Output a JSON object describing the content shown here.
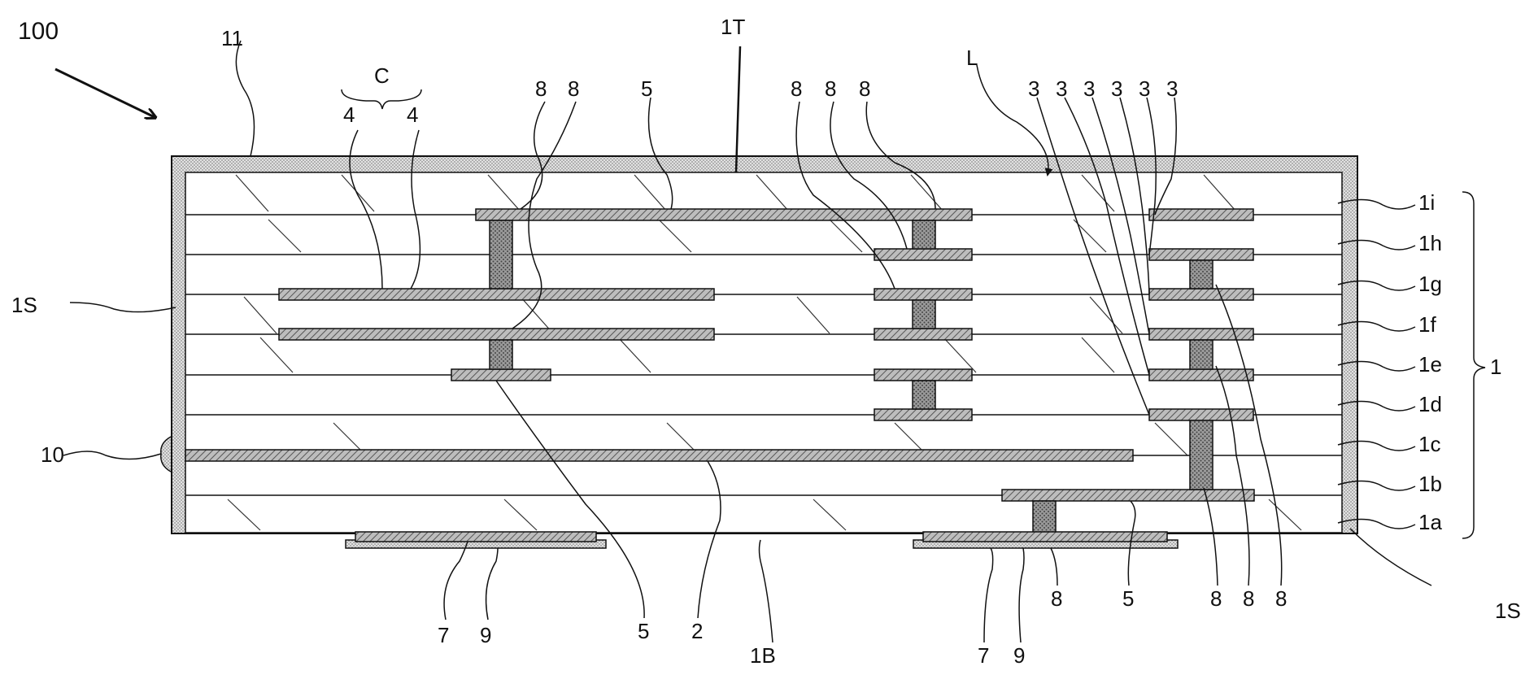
{
  "figure": {
    "labels": {
      "ref_100": "100",
      "ref_11": "11",
      "ref_1T": "1T",
      "ref_C": "C",
      "ref_L": "L",
      "ref_1S_left": "1S",
      "ref_1S_right": "1S",
      "ref_10": "10",
      "ref_1B": "1B",
      "ref_2": "2",
      "ref_1": "1",
      "top_4": [
        "4",
        "4"
      ],
      "top_8_left": [
        "8",
        "8"
      ],
      "top_5": "5",
      "top_8_mid": [
        "8",
        "8",
        "8"
      ],
      "top_3": [
        "3",
        "3",
        "3",
        "3",
        "3",
        "3"
      ],
      "layers": [
        "1i",
        "1h",
        "1g",
        "1f",
        "1e",
        "1d",
        "1c",
        "1b",
        "1a"
      ],
      "bottom": [
        {
          "id": "b7a",
          "text": "7"
        },
        {
          "id": "b9a",
          "text": "9"
        },
        {
          "id": "b5a",
          "text": "5"
        },
        {
          "id": "b7b",
          "text": "7"
        },
        {
          "id": "b9b",
          "text": "9"
        },
        {
          "id": "b8a",
          "text": "8"
        },
        {
          "id": "b5b",
          "text": "5"
        },
        {
          "id": "b8b",
          "text": "8"
        },
        {
          "id": "b8c",
          "text": "8"
        },
        {
          "id": "b8d",
          "text": "8"
        }
      ]
    },
    "colors": {
      "line": "#111111",
      "outer_shell": "#cfcfcf",
      "conductor": "#9a9a9a",
      "via": "#7a7a7a",
      "hatch": "#333333"
    }
  }
}
